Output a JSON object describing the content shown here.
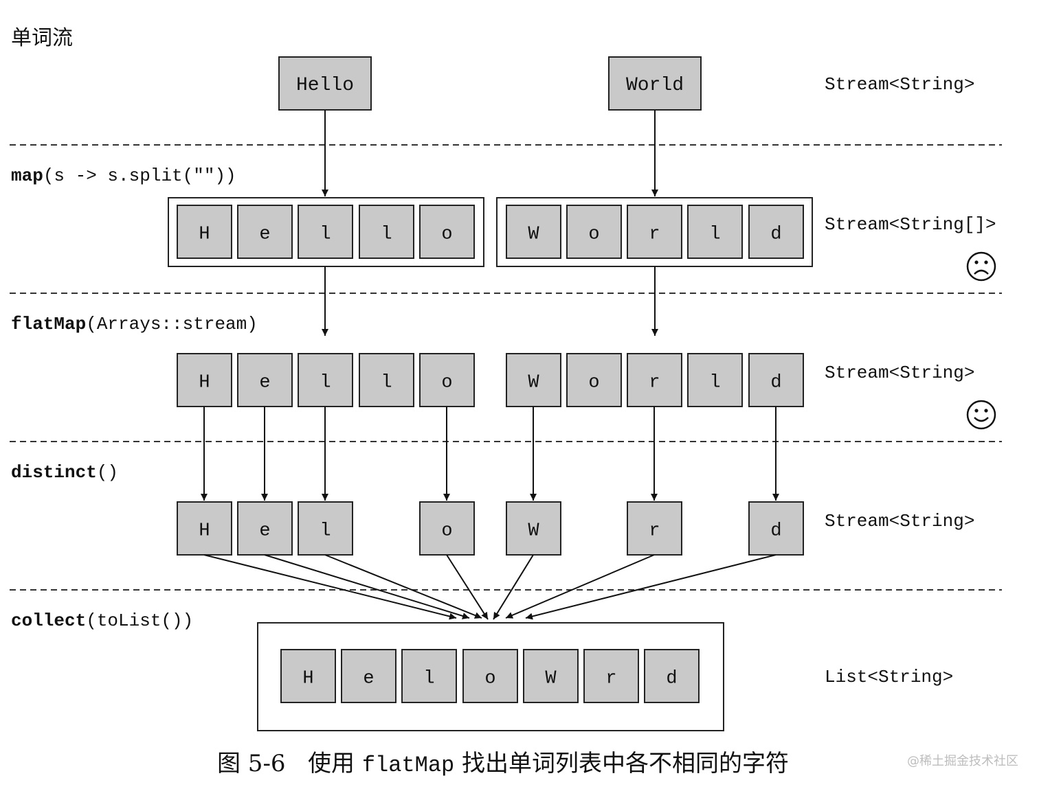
{
  "title": "单词流",
  "words": [
    "Hello",
    "World"
  ],
  "ops": {
    "map": {
      "bold": "map",
      "rest": "(s -> s.split(\"\"))"
    },
    "flatmap": {
      "bold": "flatMap",
      "rest": "(Arrays::stream)"
    },
    "distinct": {
      "bold": "distinct",
      "rest": "()"
    },
    "collect": {
      "bold": "collect",
      "rest": "(toList())"
    }
  },
  "types": {
    "row0": "Stream<String>",
    "row1": "Stream<String[]>",
    "row2": "Stream<String>",
    "row3": "Stream<String>",
    "row4": "List<String>"
  },
  "row1_letters": [
    "H",
    "e",
    "l",
    "l",
    "o",
    "W",
    "o",
    "r",
    "l",
    "d"
  ],
  "row2_letters": [
    "H",
    "e",
    "l",
    "l",
    "o",
    "W",
    "o",
    "r",
    "l",
    "d"
  ],
  "row3_letters": [
    "H",
    "e",
    "l",
    "o",
    "W",
    "r",
    "d"
  ],
  "row4_letters": [
    "H",
    "e",
    "l",
    "o",
    "W",
    "r",
    "d"
  ],
  "faces": {
    "sad": "☹",
    "happy": "☺"
  },
  "caption": {
    "fig": "图 5-6",
    "pre": "使用",
    "code": "flatMap",
    "post": "找出单词列表中各不相同的字符"
  },
  "watermark": "@稀土掘金技术社区",
  "colors": {
    "cell_fill": "#c9c9c9",
    "stroke": "#222222"
  }
}
